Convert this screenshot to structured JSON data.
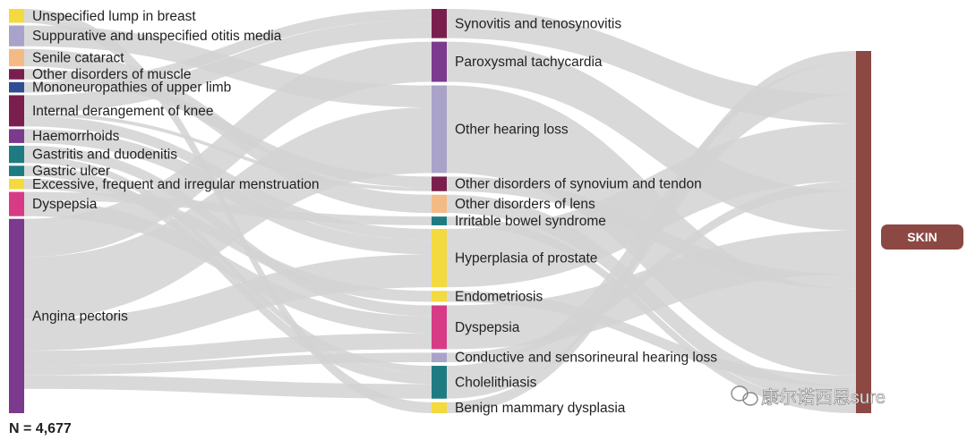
{
  "chart_data": {
    "type": "sankey",
    "sample_size_label": "N = 4,677",
    "target": {
      "label": "SKIN",
      "color": "#8c4843"
    },
    "left_nodes": [
      {
        "label": "Unspecified lump in breast",
        "color": "#f2da3f",
        "weight": 2
      },
      {
        "label": "Suppurative and unspecified otitis media",
        "color": "#a9a3c9",
        "weight": 3
      },
      {
        "label": "Senile cataract",
        "color": "#f4ba86",
        "weight": 2.5
      },
      {
        "label": "Other disorders of muscle",
        "color": "#7a1f4d",
        "weight": 1.5
      },
      {
        "label": "Mononeuropathies of upper limb",
        "color": "#2f4d93",
        "weight": 1.5
      },
      {
        "label": "Internal derangement of knee",
        "color": "#7a1f4d",
        "weight": 4.5
      },
      {
        "label": "Haemorrhoids",
        "color": "#7b3a8e",
        "weight": 2
      },
      {
        "label": "Gastritis and duodenitis",
        "color": "#1f7b82",
        "weight": 2.5
      },
      {
        "label": "Gastric ulcer",
        "color": "#1f7b82",
        "weight": 1.5
      },
      {
        "label": "Excessive, frequent and irregular menstruation",
        "color": "#f2da3f",
        "weight": 1.5
      },
      {
        "label": "Dyspepsia",
        "color": "#d83b86",
        "weight": 3.5
      },
      {
        "label": "Angina pectoris",
        "color": "#7b3a8e",
        "weight": 28
      }
    ],
    "middle_nodes": [
      {
        "label": "Synovitis and tenosynovitis",
        "color": "#7a1f4d",
        "weight": 4
      },
      {
        "label": "Paroxysmal tachycardia",
        "color": "#7b3a8e",
        "weight": 5.5
      },
      {
        "label": "Other hearing loss",
        "color": "#a9a3c9",
        "weight": 12
      },
      {
        "label": "Other disorders of synovium and tendon",
        "color": "#7a1f4d",
        "weight": 2
      },
      {
        "label": "Other disorders of lens",
        "color": "#f4ba86",
        "weight": 2.5
      },
      {
        "label": "Irritable bowel syndrome",
        "color": "#1f7b82",
        "weight": 1.2
      },
      {
        "label": "Hyperplasia of prostate",
        "color": "#f2da3f",
        "weight": 8
      },
      {
        "label": "Endometriosis",
        "color": "#f2da3f",
        "weight": 1.5
      },
      {
        "label": "Dyspepsia",
        "color": "#d83b86",
        "weight": 6
      },
      {
        "label": "Conductive and sensorineural hearing loss",
        "color": "#a9a3c9",
        "weight": 1.3
      },
      {
        "label": "Cholelithiasis",
        "color": "#1f7b82",
        "weight": 4.5
      },
      {
        "label": "Benign mammary dysplasia",
        "color": "#f2da3f",
        "weight": 1.5
      }
    ],
    "links_left_to_middle": [
      {
        "source": 0,
        "target": 11,
        "value": 2
      },
      {
        "source": 1,
        "target": 2,
        "value": 3
      },
      {
        "source": 2,
        "target": 4,
        "value": 2.5
      },
      {
        "source": 3,
        "target": 3,
        "value": 1.5
      },
      {
        "source": 4,
        "target": 0,
        "value": 1.5
      },
      {
        "source": 5,
        "target": 0,
        "value": 2.5
      },
      {
        "source": 5,
        "target": 3,
        "value": 0.5
      },
      {
        "source": 5,
        "target": 6,
        "value": 1.5
      },
      {
        "source": 6,
        "target": 6,
        "value": 2
      },
      {
        "source": 7,
        "target": 8,
        "value": 1.5
      },
      {
        "source": 7,
        "target": 10,
        "value": 1
      },
      {
        "source": 8,
        "target": 10,
        "value": 1.5
      },
      {
        "source": 9,
        "target": 7,
        "value": 1.5
      },
      {
        "source": 10,
        "target": 5,
        "value": 1.2
      },
      {
        "source": 10,
        "target": 8,
        "value": 2.3
      },
      {
        "source": 11,
        "target": 1,
        "value": 5.5
      },
      {
        "source": 11,
        "target": 2,
        "value": 9
      },
      {
        "source": 11,
        "target": 6,
        "value": 4.5
      },
      {
        "source": 11,
        "target": 8,
        "value": 2.2
      },
      {
        "source": 11,
        "target": 9,
        "value": 1.3
      },
      {
        "source": 11,
        "target": 10,
        "value": 2
      },
      {
        "source": 11,
        "target": 4,
        "value": 0.0
      },
      {
        "source": 11,
        "target": 0,
        "value": 0.0
      }
    ]
  },
  "watermark": {
    "text": "康尔诺西思sure"
  }
}
